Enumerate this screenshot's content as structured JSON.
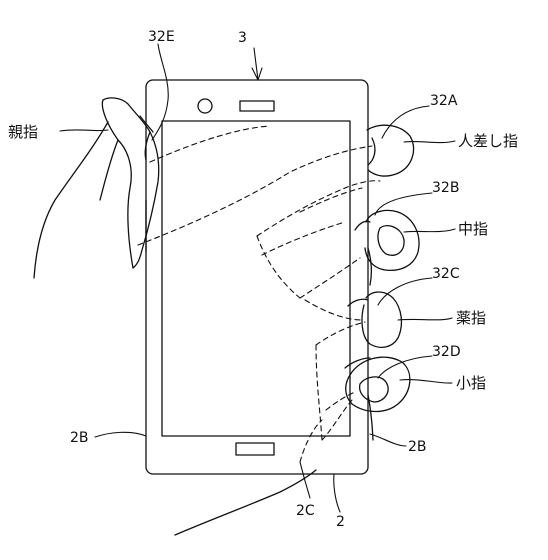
{
  "labels": {
    "device": "3",
    "thumb_sensor": "32E",
    "index_sensor": "32A",
    "middle_sensor": "32B",
    "ring_sensor": "32C",
    "little_sensor": "32D",
    "thumb": "親指",
    "index_finger": "人差し指",
    "middle_finger": "中指",
    "ring_finger": "薬指",
    "little_finger": "小指",
    "side_left": "2B",
    "side_right": "2B",
    "bottom_edge": "2C",
    "housing": "2"
  },
  "colors": {
    "line": "#111111",
    "background": "#ffffff"
  }
}
